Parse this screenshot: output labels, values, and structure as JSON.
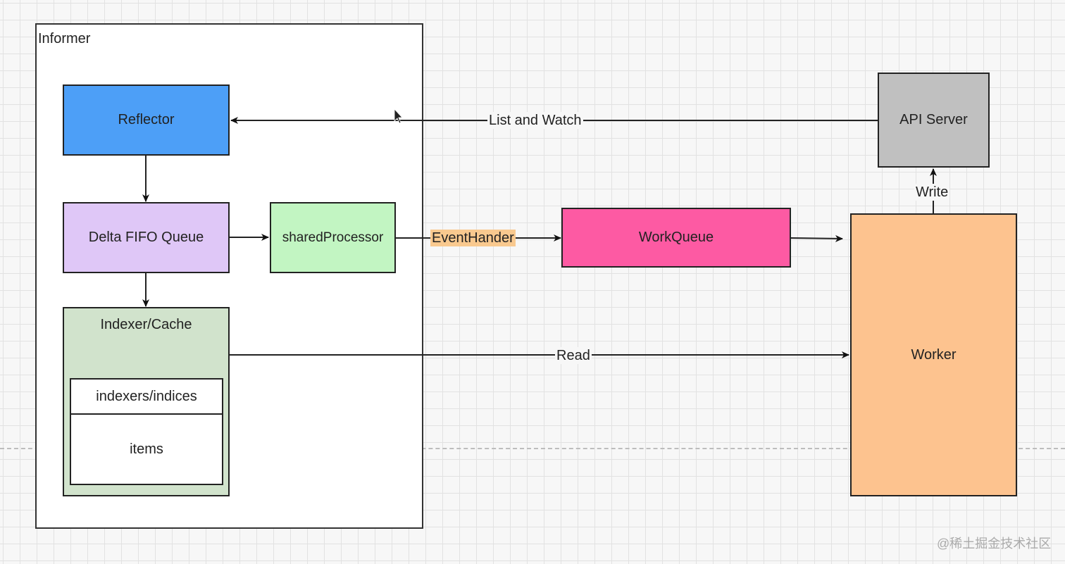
{
  "informer": {
    "title": "Informer"
  },
  "nodes": {
    "reflector": "Reflector",
    "delta_fifo": "Delta FIFO Queue",
    "shared_processor": "sharedProcessor",
    "indexer_cache": "Indexer/Cache",
    "indices": "indexers/indices",
    "items": "items",
    "workqueue": "WorkQueue",
    "worker": "Worker",
    "api_server": "API Server"
  },
  "edges": {
    "list_and_watch": "List and Watch",
    "event_handler": "EventHander",
    "read": "Read",
    "write": "Write"
  },
  "colors": {
    "reflector": "#4d9ff7",
    "delta_fifo": "#dfc7f7",
    "shared_processor": "#c2f5c2",
    "indexer_cache": "#d1e3cc",
    "workqueue": "#fd5aa3",
    "worker": "#fdc38f",
    "api_server": "#c0c0c0",
    "event_handler_label": "#f9c98f"
  },
  "watermark": "@稀土掘金技术社区"
}
